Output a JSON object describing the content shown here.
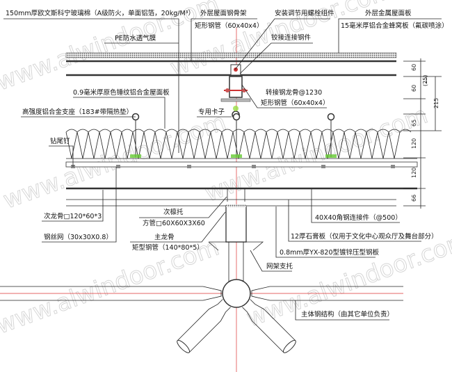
{
  "watermark": "www.alwindoor.com",
  "labels": {
    "insulation": "150mm厚欧文斯科宁玻璃棉（A级防火，单面铝箔，20kg/M³）",
    "outer_frame": "外层屋面钢骨架",
    "outer_frame_tube": "矩形钢管（60x40x4）",
    "bolt_assembly": "安装调节用螺栓组件",
    "hinge_steel": "铰接连接钢件",
    "outer_panel": "外层金属屋面板",
    "honeycomb": "15毫米厚铝合金蜂窝板（氟碳喷涂）",
    "pe_membrane": "PE防水透气膜",
    "roof_panel": "0.9毫米厚原色锤纹铝合金屋面板",
    "support": "高强度铝合金支座（183#带隔热垫）",
    "clip": "专用卡子",
    "transfer_keel": "转接钢龙骨@1230",
    "transfer_tube": "矩形钢管（60x40x4）",
    "screw": "钻尾钉",
    "secondary_keel": "次龙骨□120*60*3",
    "wire_mesh": "钢丝网（30x30X0.8）",
    "purlin_bracket": "次檩托",
    "square_tube": "方管□60X60X3X60",
    "main_keel": "主龙骨",
    "main_tube": "矩型钢管（140*80*5）",
    "angle_steel": "40X40角钢连接件（@500）",
    "gypsum": "12厚石膏板（仅用于文化中心观众厅及舞台部分）",
    "deck": "0.8mm厚YX-820型镀锌压型钢板",
    "truss_support": "网架支托",
    "main_structure": "主体钢结构（由其它单位负责）"
  },
  "dimensions": [
    "60",
    "60",
    "(25)",
    "215",
    "65",
    "120",
    "120",
    "66"
  ]
}
